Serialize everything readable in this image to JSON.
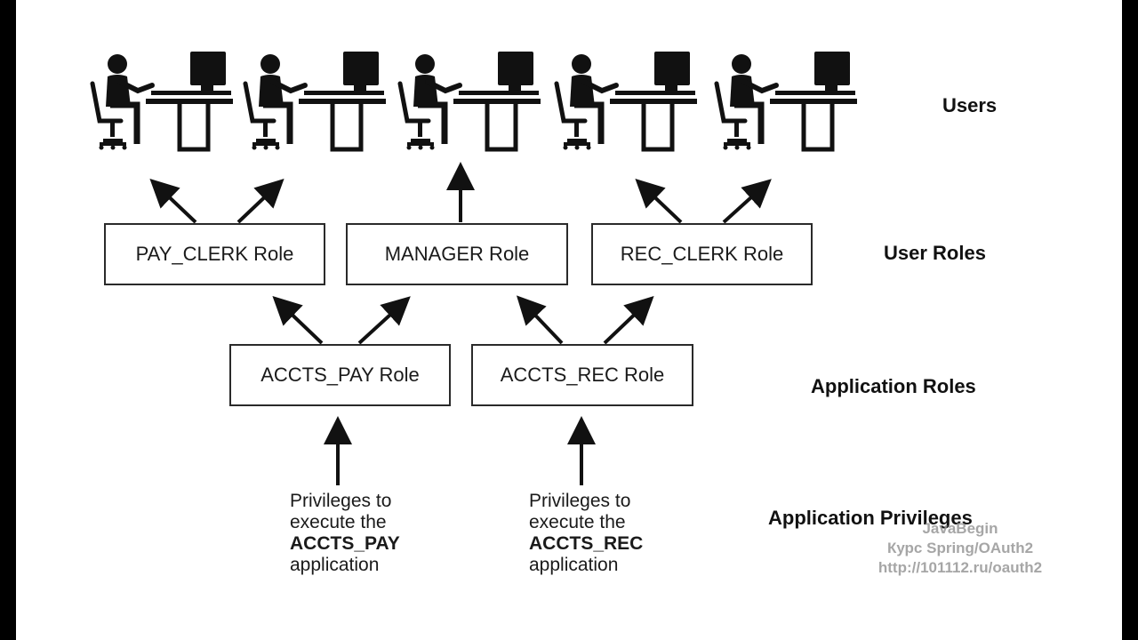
{
  "tiers": {
    "users": "Users",
    "user_roles": "User Roles",
    "application_roles": "Application Roles",
    "application_privileges": "Application Privileges"
  },
  "user_roles": [
    {
      "label": "PAY_CLERK Role"
    },
    {
      "label": "MANAGER Role"
    },
    {
      "label": "REC_CLERK Role"
    }
  ],
  "application_roles": [
    {
      "label": "ACCTS_PAY Role"
    },
    {
      "label": "ACCTS_REC Role"
    }
  ],
  "privileges": [
    {
      "line1": "Privileges to",
      "line2": "execute the",
      "app": "ACCTS_PAY",
      "line4": "application"
    },
    {
      "line1": "Privileges to",
      "line2": "execute the",
      "app": "ACCTS_REC",
      "line4": "application"
    }
  ],
  "watermark": {
    "line1": "JavaBegin",
    "line2": "Курс Spring/OAuth2",
    "line3": "http://101112.ru/oauth2"
  },
  "icons": {
    "user": "user-at-computer-icon",
    "arrow": "up-arrow-icon"
  },
  "colors": {
    "background": "#ffffff",
    "frame": "#000000",
    "ink": "#111111",
    "watermark": "#969696"
  }
}
